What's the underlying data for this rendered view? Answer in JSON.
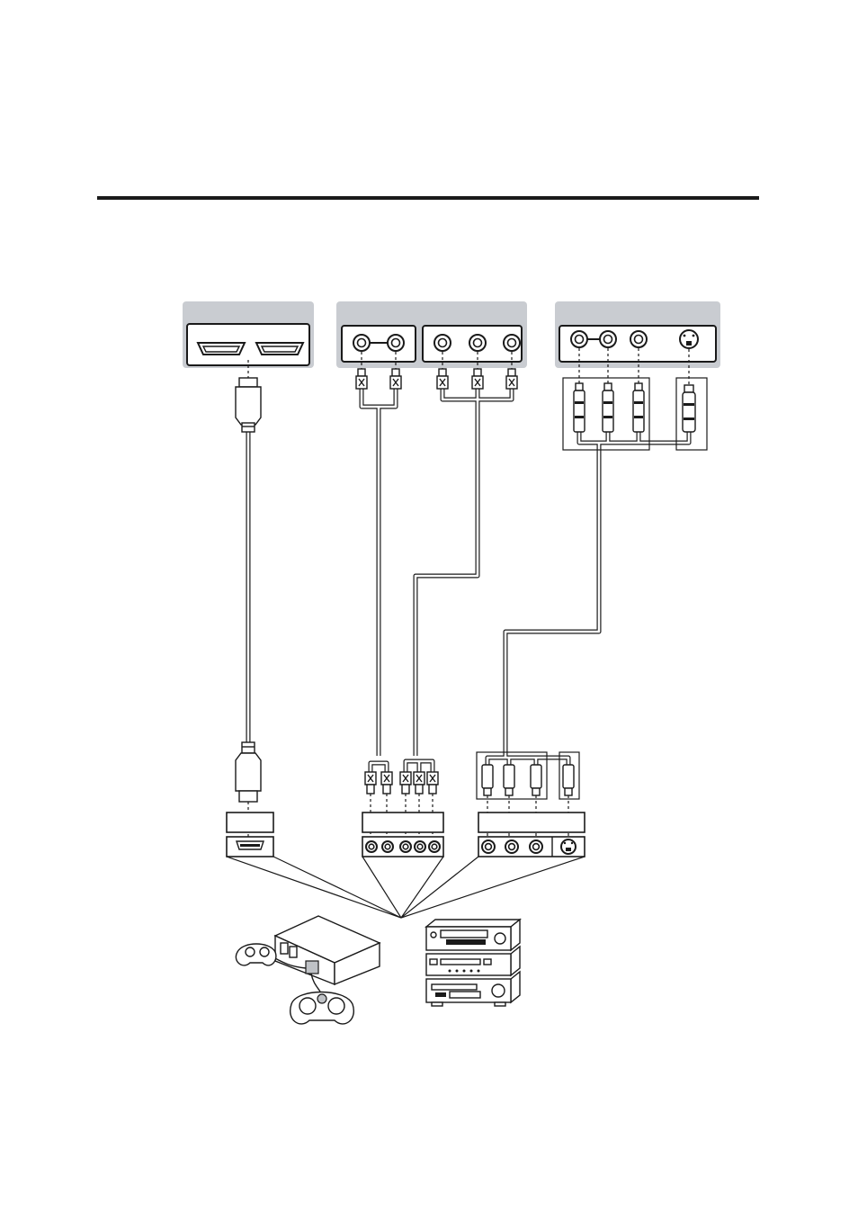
{
  "page": {
    "rule_color": "#1a1a1a",
    "panel_color": "#c9ccd1"
  },
  "panels": [
    {
      "id": "hdmi-panel",
      "ports": [
        "hdmi",
        "hdmi"
      ]
    },
    {
      "id": "audio-component-panel",
      "ports": [
        "rca",
        "rca",
        "rca",
        "rca",
        "rca"
      ]
    },
    {
      "id": "av-svideo-panel",
      "ports": [
        "rca",
        "rca",
        "rca",
        "s-video"
      ]
    }
  ],
  "devices": [
    {
      "id": "game-console",
      "icon": "game-console-icon"
    },
    {
      "id": "av-stack",
      "icon": "stereo-stack-icon"
    }
  ]
}
